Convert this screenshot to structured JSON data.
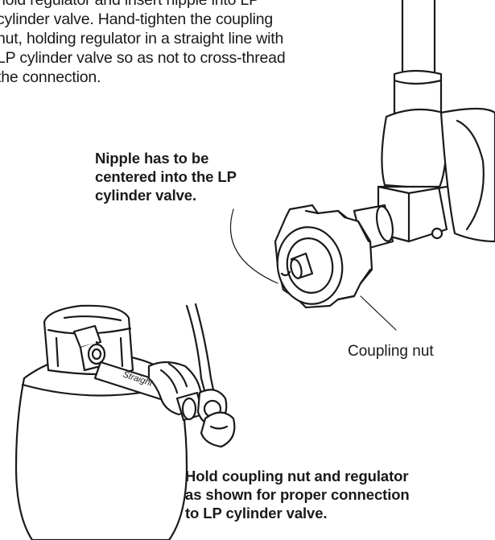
{
  "instructions": {
    "lines": [
      "hold regulator and insert nipple into LP",
      "cylinder valve. Hand-tighten the coupling",
      "nut, holding regulator in a straight line with",
      "LP cylinder valve so as not to cross-thread",
      "the connection."
    ]
  },
  "callouts": {
    "nipple": {
      "lines": [
        "Nipple has to be",
        "centered into the LP",
        "cylinder valve."
      ]
    },
    "coupling_nut": "Coupling nut",
    "hold": {
      "lines": [
        "Hold coupling nut and regulator",
        "as shown for proper connection",
        "to LP cylinder valve."
      ]
    },
    "straight": "Straight"
  }
}
